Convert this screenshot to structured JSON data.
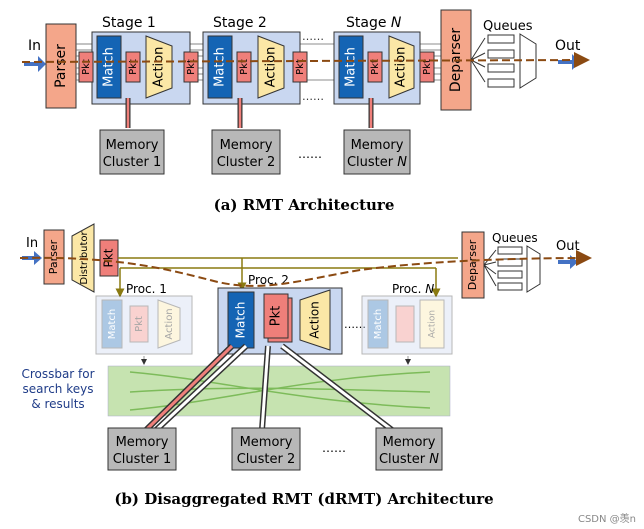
{
  "rmt": {
    "caption": "(a) RMT Architecture",
    "in_label": "In",
    "out_label": "Out",
    "parser": "Parser",
    "deparser": "Deparser",
    "queues": "Queues",
    "dots": "……",
    "stages": [
      {
        "prefix": "Stage ",
        "num": "1"
      },
      {
        "prefix": "Stage ",
        "num": "2"
      },
      {
        "prefix": "Stage ",
        "num": "N"
      }
    ],
    "pkt": "Pkt",
    "match": "Match",
    "action": "Action",
    "memory": [
      {
        "line1": "Memory",
        "line2_prefix": "Cluster ",
        "line2_num": "1"
      },
      {
        "line1": "Memory",
        "line2_prefix": "Cluster ",
        "line2_num": "2"
      },
      {
        "line1": "Memory",
        "line2_prefix": "Cluster ",
        "line2_num": "N"
      }
    ]
  },
  "drmt": {
    "caption": "(b) Disaggregated RMT (dRMT) Architecture",
    "in_label": "In",
    "out_label": "Out",
    "parser": "Parser",
    "distributor": "Distributor",
    "deparser": "Deparser",
    "queues": "Queues",
    "pkt": "Pkt",
    "match": "Match",
    "action": "Action",
    "procs": [
      {
        "prefix": "Proc. ",
        "num": "1"
      },
      {
        "prefix": "Proc. ",
        "num": "2"
      },
      {
        "prefix": "Proc. ",
        "num": "N"
      }
    ],
    "crossbar": [
      "Crossbar for",
      "search keys",
      "& results"
    ],
    "dots": "……",
    "memory": [
      {
        "line1": "Memory",
        "line2_prefix": "Cluster ",
        "line2_num": "1"
      },
      {
        "line1": "Memory",
        "line2_prefix": "Cluster ",
        "line2_num": "2"
      },
      {
        "line1": "Memory",
        "line2_prefix": "Cluster ",
        "line2_num": "N"
      }
    ]
  },
  "watermark": "CSDN @羡n",
  "colors": {
    "parser_fill": "#f4a68a",
    "match_fill": "#1464b4",
    "action_fill": "#fbe7a6",
    "pkt_fill": "#ef7f7a",
    "stage_fill": "#c9d7f0",
    "memory_fill": "#b8b8b8",
    "crossbar_fill": "#c6e3b0",
    "flow_arrow": "#8b4a12",
    "in_out_arrow": "#4472c4",
    "proc_bus": "#8a7a10"
  }
}
